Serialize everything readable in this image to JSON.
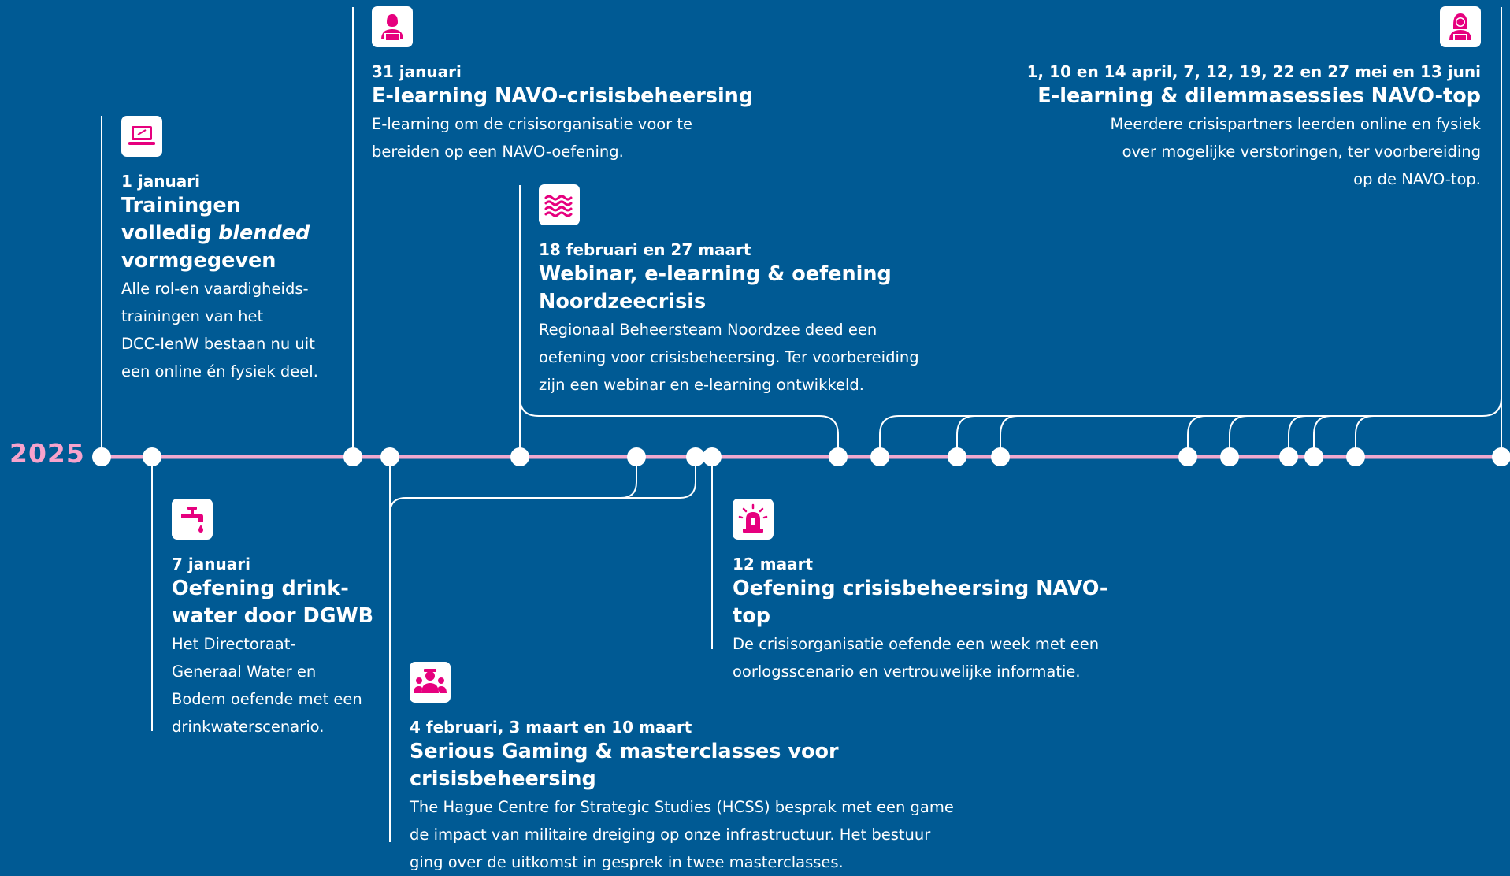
{
  "colors": {
    "background": "#005a94",
    "timeline": "#f1a9cf",
    "accent": "#e6007e",
    "text": "#ffffff"
  },
  "timeline": {
    "year": "2025"
  },
  "events": [
    {
      "id": "e1",
      "icon": "laptop-icon",
      "date": "1 januari",
      "title": [
        "Trainingen",
        "volledig ",
        "blended",
        "vormgegeven"
      ],
      "description": [
        "Alle rol-en vaardigheids-",
        "trainingen van het",
        "DCC-IenW bestaan nu uit",
        "een online én fysiek deel."
      ]
    },
    {
      "id": "e2",
      "icon": "water-tap-icon",
      "date": "7 januari",
      "title": [
        "Oefening drink-",
        "water door DGWB"
      ],
      "description": [
        "Het Directoraat-",
        "Generaal Water en",
        "Bodem oefende met een",
        "drinkwaterscenario."
      ]
    },
    {
      "id": "e3",
      "icon": "person-laptop-icon",
      "date": "31 januari",
      "title": [
        "E-learning NAVO-crisisbeheersing"
      ],
      "description": [
        "E-learning om de crisisorganisatie voor te",
        "bereiden op een NAVO-oefening."
      ]
    },
    {
      "id": "e4",
      "icon": "team-icon",
      "date": "4 februari, 3 maart en 10 maart",
      "title": [
        "Serious Gaming & masterclasses voor crisisbeheersing"
      ],
      "description": [
        "The Hague Centre for Strategic Studies (HCSS) besprak met een game",
        "de impact van militaire dreiging op onze infrastructuur. Het bestuur",
        "ging over de uitkomst in gesprek in twee masterclasses."
      ]
    },
    {
      "id": "e5",
      "icon": "waves-icon",
      "date": "18 februari en 27 maart",
      "title": [
        "Webinar, e-learning & oefening",
        "Noordzeecrisis"
      ],
      "description": [
        "Regionaal Beheersteam Noordzee deed een",
        "oefening voor crisisbeheersing. Ter voorbereiding",
        "zijn een webinar en e-learning ontwikkeld."
      ]
    },
    {
      "id": "e6",
      "icon": "siren-icon",
      "date": "12 maart",
      "title": [
        "Oefening crisisbeheersing NAVO-top"
      ],
      "description": [
        "De crisisorganisatie oefende een week met een",
        "oorlogsscenario en vertrouwelijke informatie."
      ]
    },
    {
      "id": "e7",
      "icon": "woman-laptop-icon",
      "date": "1, 10 en 14 april, 7, 12, 19, 22 en 27 mei en 13 juni",
      "title": [
        "E-learning & dilemmasessies NAVO-top"
      ],
      "description": [
        "Meerdere crisispartners leerden online en fysiek",
        "over mogelijke verstoringen, ter voorbereiding",
        "op de NAVO-top."
      ]
    }
  ]
}
